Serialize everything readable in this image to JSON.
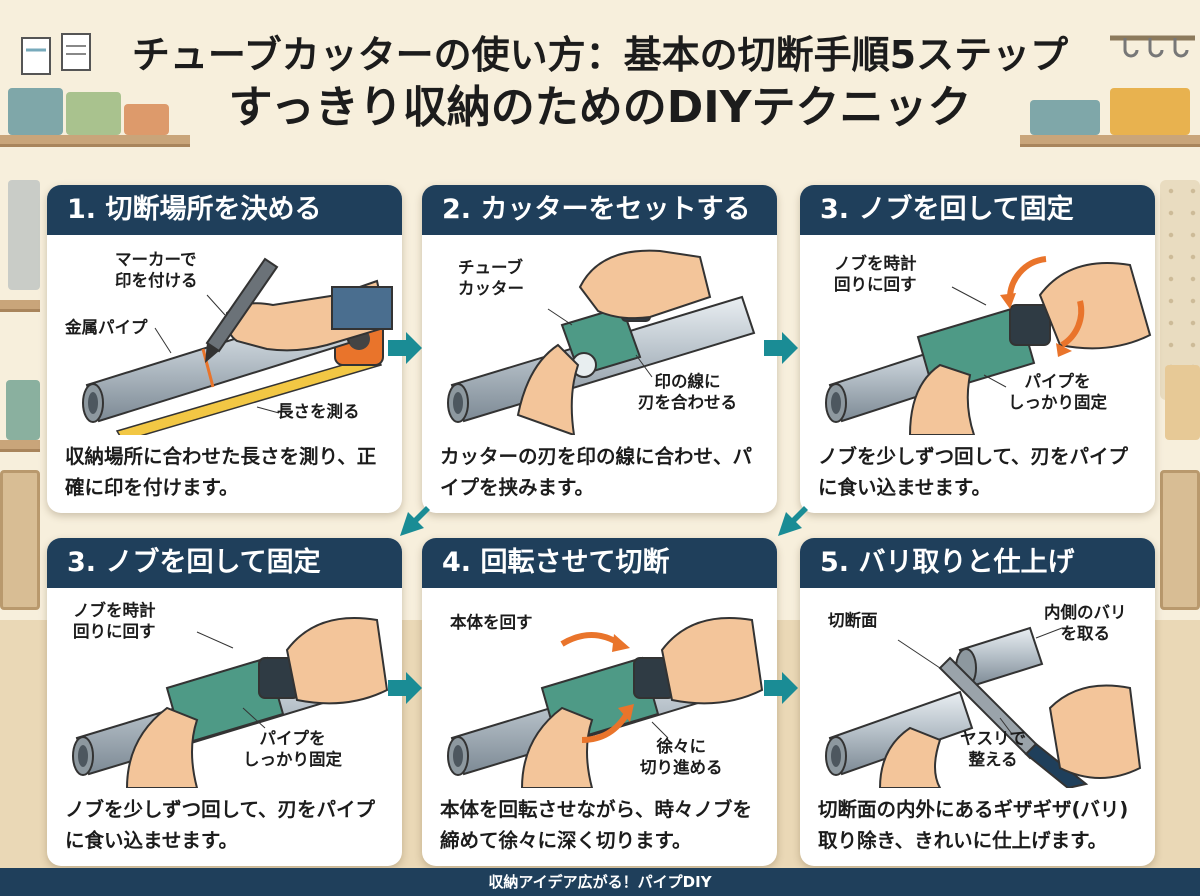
{
  "title": {
    "line1": "チューブカッターの使い方：基本の切断手順5ステップ",
    "line2": "すっきり収納のためのDIYテクニック"
  },
  "steps": [
    {
      "heading": "1. 切断場所を決める",
      "description": "収納場所に合わせた長さを測り、正確に印を付けます。",
      "callouts": [
        "マーカーで\n印を付ける",
        "金属パイプ",
        "長さを測る"
      ]
    },
    {
      "heading": "2. カッターをセットする",
      "description": "カッターの刃を印の線に合わせ、パイプを挟みます。",
      "callouts": [
        "チューブ\nカッター",
        "印の線に\n刃を合わせる"
      ]
    },
    {
      "heading": "3. ノブを回して固定",
      "description": "ノブを少しずつ回して、刃をパイプに食い込ませます。",
      "callouts": [
        "ノブを時計\n回りに回す",
        "パイプを\nしっかり固定"
      ]
    },
    {
      "heading": "3. ノブを回して固定",
      "description": "ノブを少しずつ回して、刃をパイプに食い込ませます。",
      "callouts": [
        "ノブを時計\n回りに回す",
        "パイプを\nしっかり固定"
      ]
    },
    {
      "heading": "4. 回転させて切断",
      "description": "本体を回転させながら、時々ノブを締めて徐々に深く切ります。",
      "callouts": [
        "本体を回す",
        "徐々に\n切り進める"
      ]
    },
    {
      "heading": "5. バリ取りと仕上げ",
      "description": "切断面の内外にあるギザギザ(バリ)取り除き、きれいに仕上げます。",
      "callouts": [
        "切断面",
        "内側のバリ\nを取る",
        "ヤスリで\n整える"
      ]
    }
  ],
  "footer": "収納アイデア広がる！パイプDIY",
  "colors": {
    "header": "#1f3f5b",
    "arrow": "#1a8c95",
    "cutter": "#4e9a86",
    "hand": "#f3c59a",
    "accent_orange": "#e9742b",
    "background": "#f4ecd9"
  },
  "icons": [
    "marker-icon",
    "tape-measure-icon",
    "pipe-icon",
    "tube-cutter-icon",
    "hand-icon",
    "file-tool-icon",
    "rotate-arrow-icon",
    "flow-arrow-icon"
  ]
}
